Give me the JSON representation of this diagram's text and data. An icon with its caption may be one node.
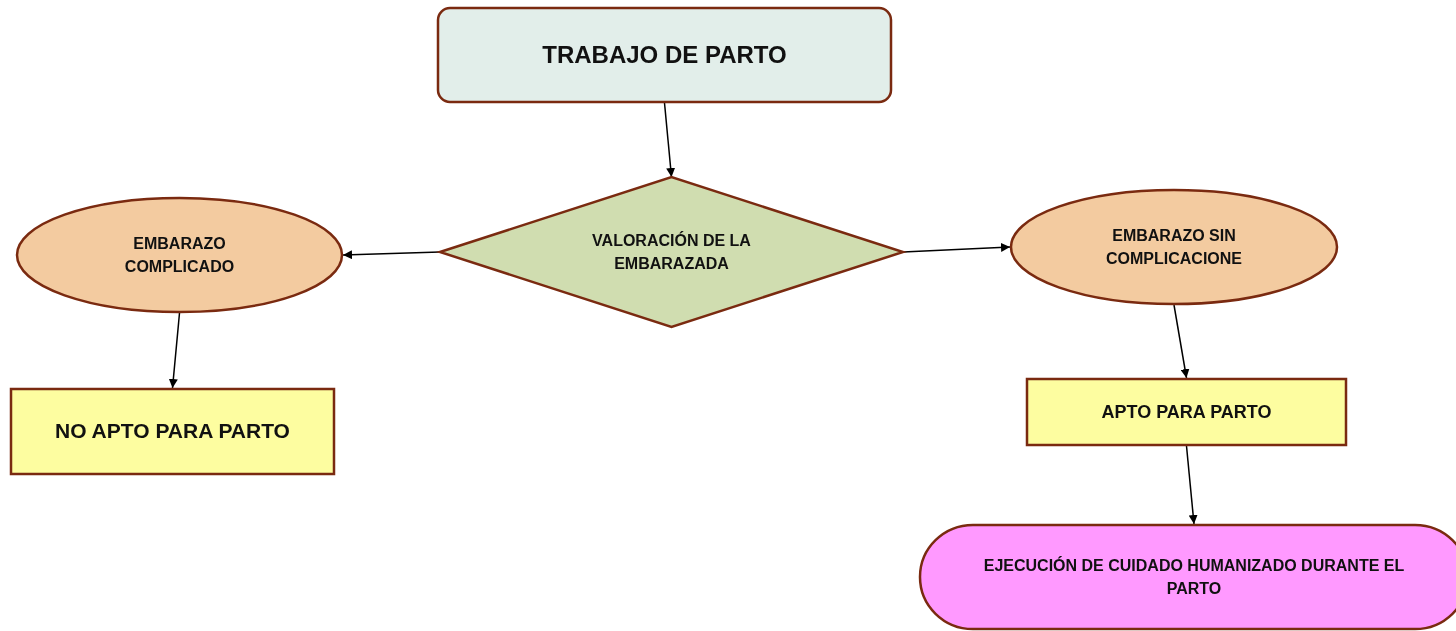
{
  "diagram": {
    "nodes": [
      {
        "text": [
          "TRABAJO DE PARTO"
        ]
      },
      {
        "text": [
          "VALORACIÓN DE LA EMBARAZADA"
        ]
      },
      {
        "text": [
          "EMBARAZO COMPLICADO"
        ]
      },
      {
        "text": [
          "EMBARAZO SIN COMPLICACIONE"
        ]
      },
      {
        "text": [
          "NO APTO PARA PARTO"
        ]
      },
      {
        "text": [
          "APTO PARA PARTO"
        ]
      },
      {
        "text": [
          "EJECUCIÓN DE CUIDADO HUMANIZADO DURANTE EL PARTO"
        ]
      }
    ],
    "edges": [
      {
        "from": 0,
        "to": 1,
        "arrow": "to"
      },
      {
        "from": 1,
        "to": 2,
        "arrow": "to"
      },
      {
        "from": 1,
        "to": 3,
        "arrow": "to"
      },
      {
        "from": 2,
        "to": 4,
        "arrow": "to"
      },
      {
        "from": 3,
        "to": 5,
        "arrow": "to"
      },
      {
        "from": 5,
        "to": 6,
        "arrow": "to"
      }
    ]
  }
}
